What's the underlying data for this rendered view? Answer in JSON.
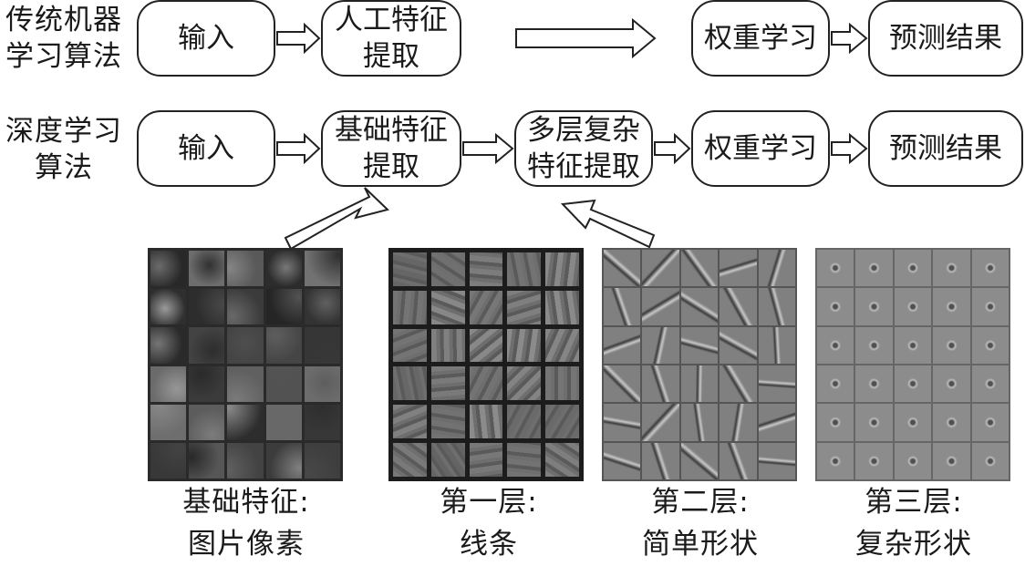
{
  "traditional": {
    "label_line1": "传统机器",
    "label_line2": "学习算法",
    "input": "输入",
    "feature_line1": "人工特征",
    "feature_line2": "提取",
    "weight": "权重学习",
    "predict": "预测结果"
  },
  "deep": {
    "label_line1": "深度学习",
    "label_line2": "算法",
    "input": "输入",
    "basic_line1": "基础特征",
    "basic_line2": "提取",
    "multi_line1": "多层复杂",
    "multi_line2": "特征提取",
    "weight": "权重学习",
    "predict": "预测结果"
  },
  "panels": [
    {
      "caption_line1": "基础特征:",
      "caption_line2": "图片像素"
    },
    {
      "caption_line1": "第一层:",
      "caption_line2": "线条"
    },
    {
      "caption_line1": "第二层:",
      "caption_line2": "简单形状"
    },
    {
      "caption_line1": "第三层:",
      "caption_line2": "复杂形状"
    }
  ],
  "colors": {
    "pixel_panel_bg": "#2a2a2a",
    "layer1_bg": "#1c1c1c",
    "layer1_cell": "#8a8a8a",
    "layer2_cell": "#808080",
    "layer3_cell": "#8c8c8c"
  }
}
